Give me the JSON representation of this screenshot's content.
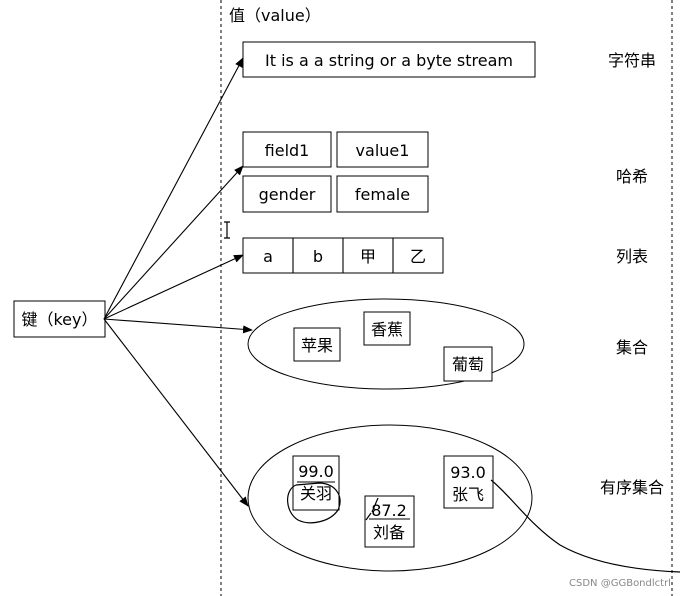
{
  "key": {
    "label": "键（key）"
  },
  "value_header": "值（value）",
  "string_type": {
    "value": "It is a a string or a byte stream",
    "label": "字符串"
  },
  "hash_type": {
    "label": "哈希",
    "rows": [
      {
        "field": "field1",
        "value": "value1"
      },
      {
        "field": "gender",
        "value": "female"
      }
    ]
  },
  "list_type": {
    "label": "列表",
    "items": [
      "a",
      "b",
      "甲",
      "乙"
    ]
  },
  "set_type": {
    "label": "集合",
    "members": [
      "苹果",
      "香蕉",
      "葡萄"
    ]
  },
  "zset_type": {
    "label": "有序集合",
    "members": [
      {
        "score": "99.0",
        "name": "关羽"
      },
      {
        "score": "87.2",
        "name": "刘备"
      },
      {
        "score": "93.0",
        "name": "张飞"
      }
    ]
  },
  "watermark": "CSDN @GGBondlctrl"
}
